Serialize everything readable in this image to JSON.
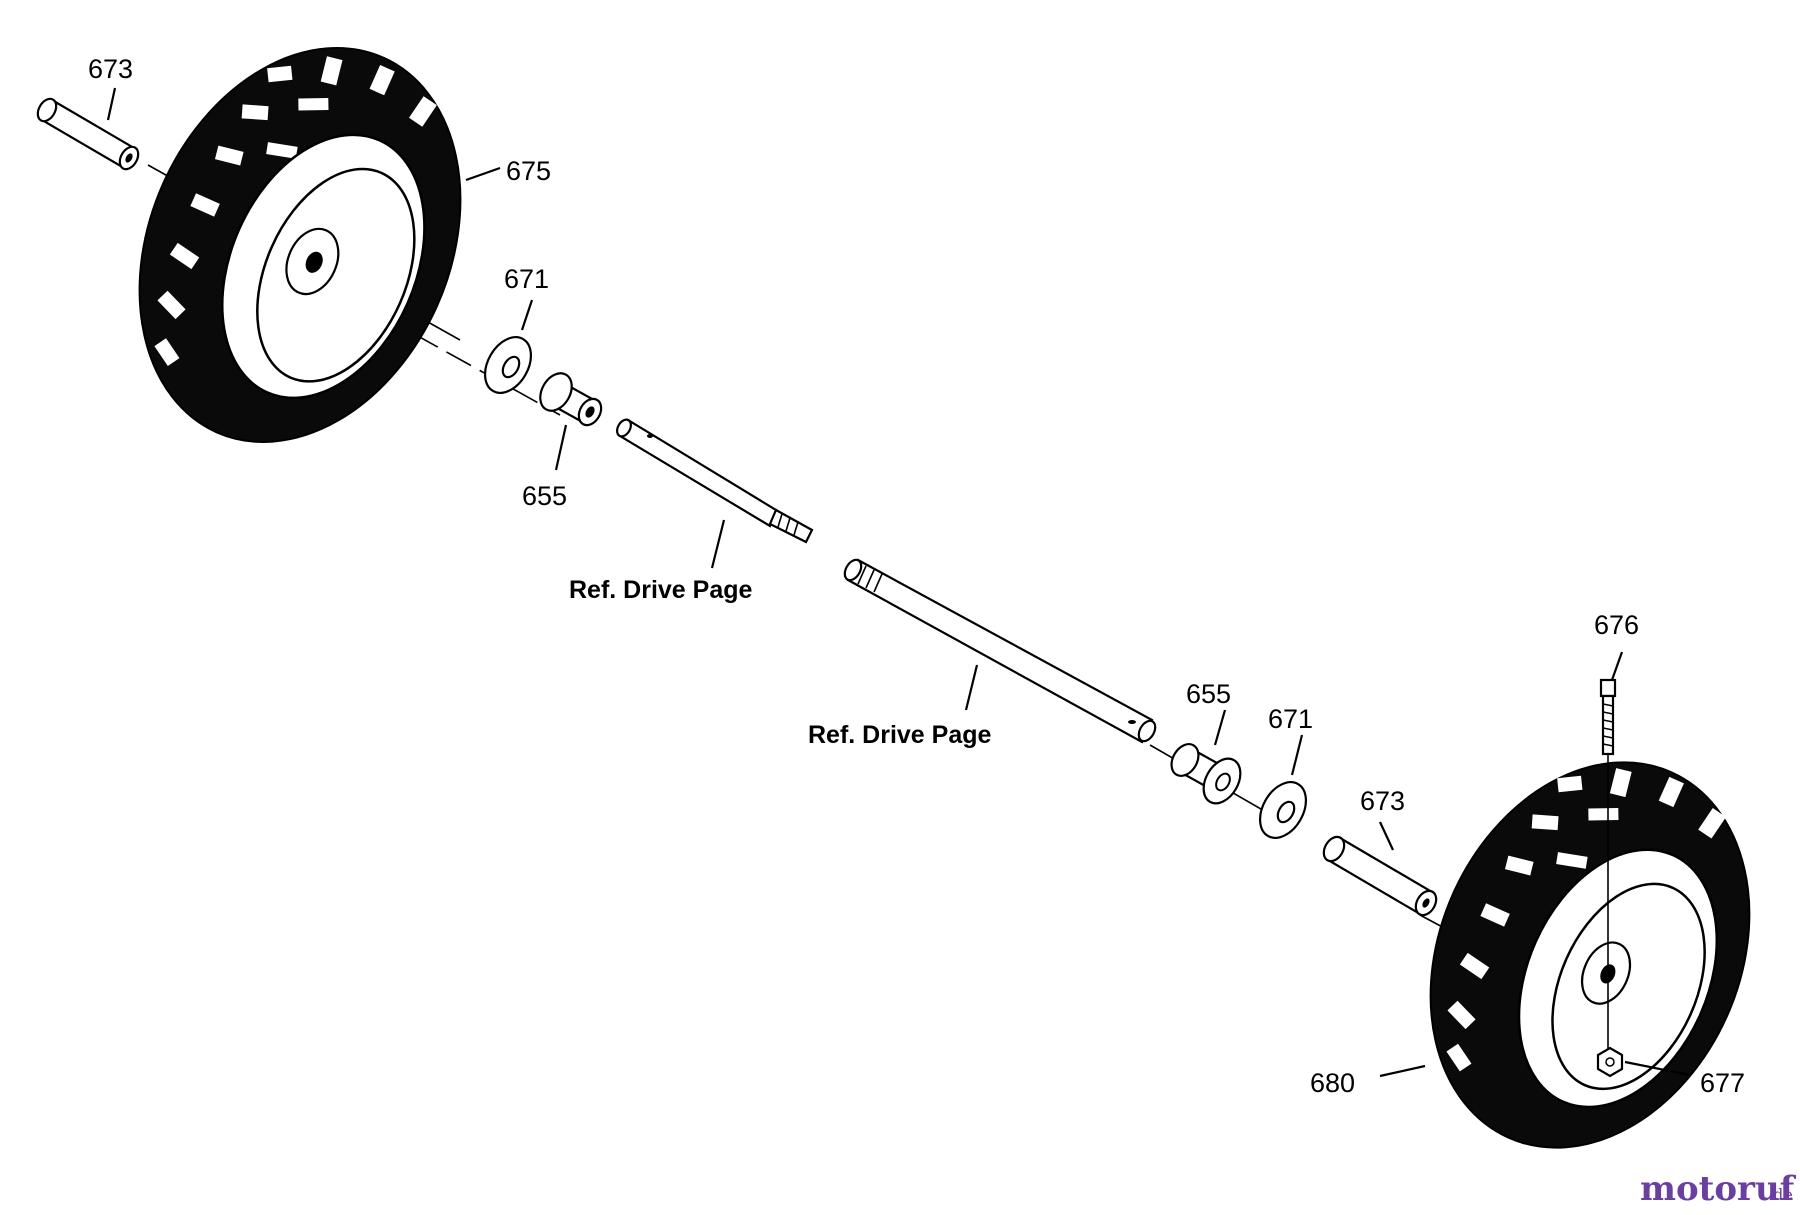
{
  "callouts": {
    "p673_top": "673",
    "p675": "675",
    "p671_top": "671",
    "p655_top": "655",
    "ref_drive_top": "Ref. Drive Page",
    "ref_drive_mid": "Ref. Drive Page",
    "p676": "676",
    "p655_bottom": "655",
    "p671_bottom": "671",
    "p673_bottom": "673",
    "p680": "680",
    "p677": "677"
  },
  "watermark": {
    "brand": "motoruf",
    "suffix": ".de"
  },
  "colors": {
    "ink": "#000000",
    "paper": "#ffffff",
    "watermark": "#6b3fa0"
  }
}
